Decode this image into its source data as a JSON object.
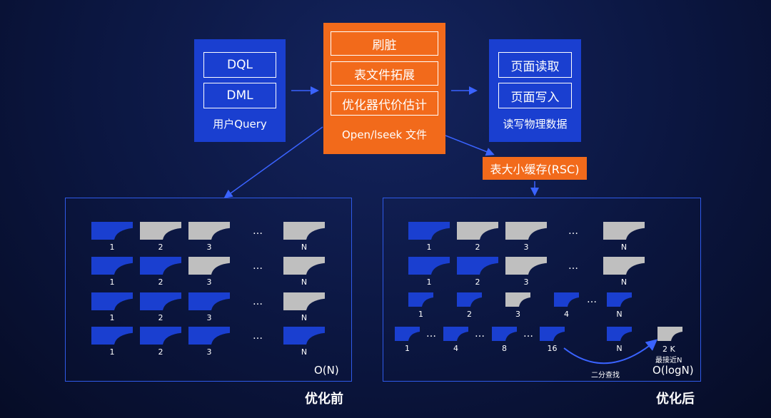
{
  "top": {
    "query_box": {
      "items": [
        "DQL",
        "DML"
      ],
      "caption": "用户Query"
    },
    "center_box": {
      "items": [
        "刷脏",
        "表文件拓展",
        "优化器代价估计"
      ],
      "caption": "Open/lseek 文件"
    },
    "physical_box": {
      "items": [
        "页面读取",
        "页面写入"
      ],
      "caption": "读写物理数据"
    },
    "cache_label": "表大小缓存(RSC)"
  },
  "left_panel": {
    "title": "优化前",
    "complexity": "O(N)",
    "rows": [
      {
        "labels": [
          "1",
          "2",
          "3",
          "N"
        ],
        "blue": [
          1,
          0,
          0,
          0
        ]
      },
      {
        "labels": [
          "1",
          "2",
          "3",
          "N"
        ],
        "blue": [
          1,
          1,
          0,
          0
        ]
      },
      {
        "labels": [
          "1",
          "2",
          "3",
          "N"
        ],
        "blue": [
          1,
          1,
          1,
          0
        ]
      },
      {
        "labels": [
          "1",
          "2",
          "3",
          "N"
        ],
        "blue": [
          1,
          1,
          1,
          1
        ]
      }
    ],
    "ellipsis": "…"
  },
  "right_panel": {
    "title": "优化后",
    "complexity": "O(logN)",
    "search_label": "二分查找",
    "nearest_label": "最接近N",
    "result_page": "2 K",
    "ellipsis": "…",
    "row1": {
      "labels": [
        "1",
        "2",
        "3",
        "N"
      ],
      "blue": [
        1,
        0,
        0,
        0
      ]
    },
    "row2": {
      "labels": [
        "1",
        "2",
        "3",
        "N"
      ],
      "blue": [
        1,
        1,
        0,
        0
      ]
    },
    "row3": {
      "labels": [
        "1",
        "2",
        "3",
        "4",
        "N"
      ],
      "blue": [
        1,
        1,
        0,
        1,
        1
      ]
    },
    "row4": {
      "labels": [
        "1",
        "4",
        "8",
        "16",
        "N"
      ],
      "blue": [
        1,
        1,
        1,
        1,
        1
      ]
    }
  },
  "colors": {
    "blue": "#1a3fd0",
    "orange": "#f26a1b",
    "gray": "#bfbfbf",
    "panel_border": "#2f5ae8"
  }
}
